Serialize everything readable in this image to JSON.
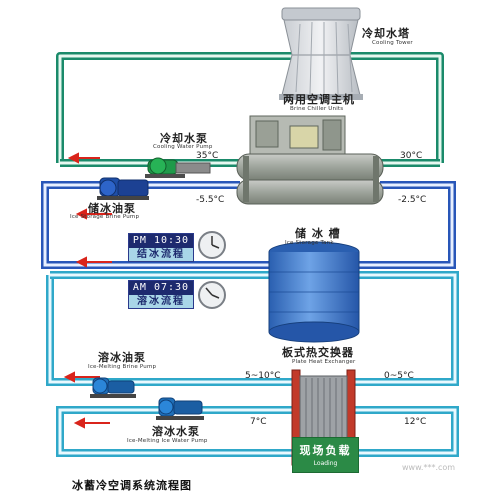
{
  "title": "冰蓄冷空调系统流程图",
  "cooling_tower": {
    "cn": "冷却水塔",
    "en": "Cooling Tower"
  },
  "chiller": {
    "cn": "两用空调主机",
    "en": "Brine Chiller Units"
  },
  "cooling_pump": {
    "cn": "冷却水泵",
    "en": "Cooling Water Pump"
  },
  "storage_pump": {
    "cn": "储冰油泵",
    "en": "Ice Storage Brine Pump"
  },
  "storage_tank": {
    "cn": "储 冰 槽",
    "en": "Ice Storage Tank"
  },
  "melting_brine_pump": {
    "cn": "溶冰油泵",
    "en": "Ice-Melting Brine Pump"
  },
  "heat_exchanger": {
    "cn": "板式热交换器",
    "en": "Plate Heat Exchanger"
  },
  "melting_water_pump": {
    "cn": "溶冰水泵",
    "en": "Ice-Melting Ice Water Pump"
  },
  "loading": {
    "cn": "现场负载",
    "en": "Loading"
  },
  "clock_pm": {
    "time": "PM 10:30",
    "label": "结冰流程"
  },
  "clock_am": {
    "time": "AM 07:30",
    "label": "溶冰流程"
  },
  "temps": {
    "t35": "35°C",
    "t30": "30°C",
    "tm55": "-5.5°C",
    "tm25": "-2.5°C",
    "t510": "5~10°C",
    "t05": "0~5°C",
    "t7": "7°C",
    "t12": "12°C"
  },
  "watermark": "www.***.com"
}
